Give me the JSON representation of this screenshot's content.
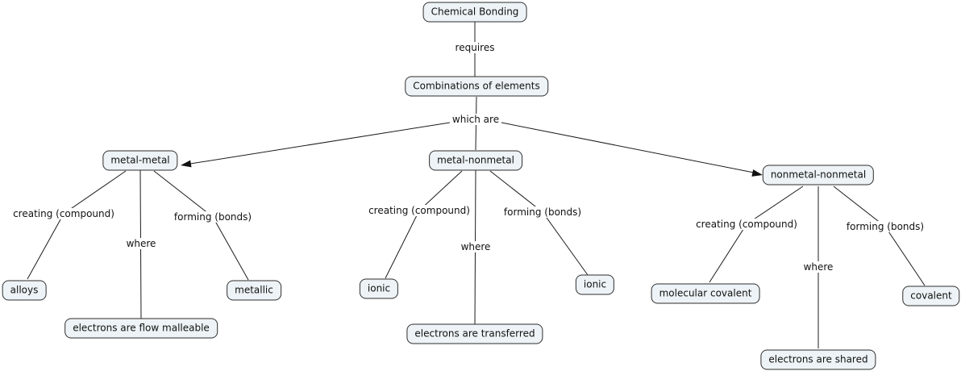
{
  "diagram": {
    "type": "concept-map",
    "topic": "Chemical Bonding",
    "colors": {
      "background": "#ffffff",
      "node_fill": "#edf3f6",
      "node_border": "#2e2e2e",
      "line": "#1c1c1c",
      "text": "#111111"
    },
    "nodes": {
      "chemical_bonding": {
        "label": "Chemical Bonding"
      },
      "combinations": {
        "label": "Combinations of elements"
      },
      "metal_metal": {
        "label": "metal-metal"
      },
      "metal_nonmetal": {
        "label": "metal-nonmetal"
      },
      "nonmetal_nonmetal": {
        "label": "nonmetal-nonmetal"
      },
      "alloys": {
        "label": "alloys"
      },
      "metallic": {
        "label": "metallic"
      },
      "electrons_flow_malleable": {
        "label": "electrons are flow malleable"
      },
      "ionic_compound": {
        "label": "ionic"
      },
      "ionic_bond": {
        "label": "ionic"
      },
      "electrons_transferred": {
        "label": "electrons are transferred"
      },
      "molecular_covalent": {
        "label": "molecular covalent"
      },
      "covalent": {
        "label": "covalent"
      },
      "electrons_shared": {
        "label": "electrons are shared"
      }
    },
    "edges": {
      "requires": {
        "label": "requires"
      },
      "which_are": {
        "label": "which are"
      },
      "mm_creating": {
        "label": "creating (compound)"
      },
      "mm_where": {
        "label": "where"
      },
      "mm_forming": {
        "label": "forming (bonds)"
      },
      "mn_creating": {
        "label": "creating (compound)"
      },
      "mn_where": {
        "label": "where"
      },
      "mn_forming": {
        "label": "forming (bonds)"
      },
      "nn_creating": {
        "label": "creating (compound)"
      },
      "nn_where": {
        "label": "where"
      },
      "nn_forming": {
        "label": "forming (bonds)"
      }
    }
  }
}
